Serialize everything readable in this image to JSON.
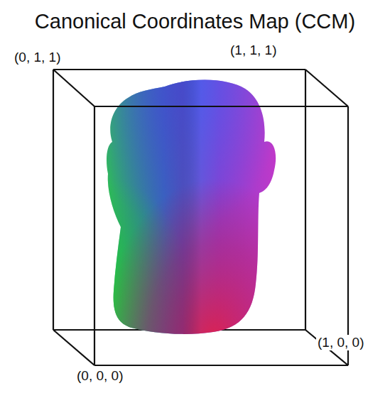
{
  "diagram": {
    "title": "Canonical Coordinates Map (CCM)",
    "labels": [
      "(0, 1, 1)",
      "(1, 1, 1)",
      "(1, 0, 0)",
      "(0, 0, 0)"
    ]
  }
}
